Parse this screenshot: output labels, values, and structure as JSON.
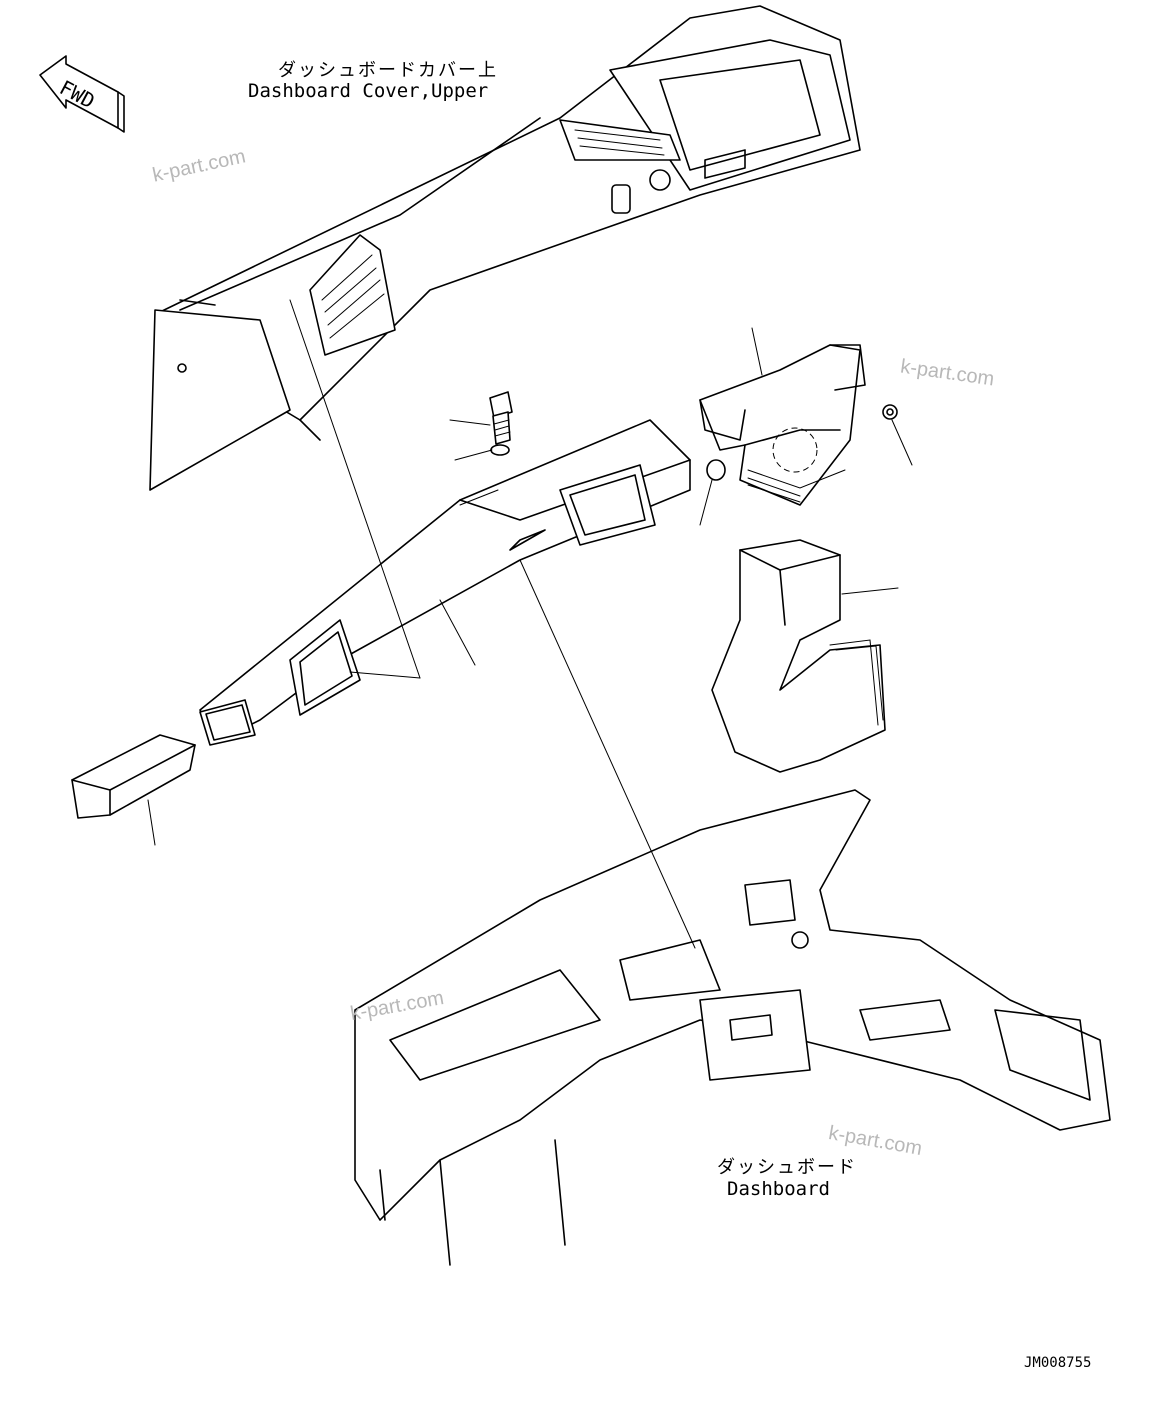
{
  "fwd_arrow": {
    "text": "FWD"
  },
  "labels": {
    "cover_upper_ja": "ダッシュボードカバー上",
    "cover_upper_en": "Dashboard Cover,Upper",
    "dashboard_ja": "ダッシュボード",
    "dashboard_en": "Dashboard",
    "drawing_no": "JM008755"
  },
  "watermarks": [
    "k-part.com",
    "k-part.com",
    "k-part.com",
    "k-part.com"
  ]
}
